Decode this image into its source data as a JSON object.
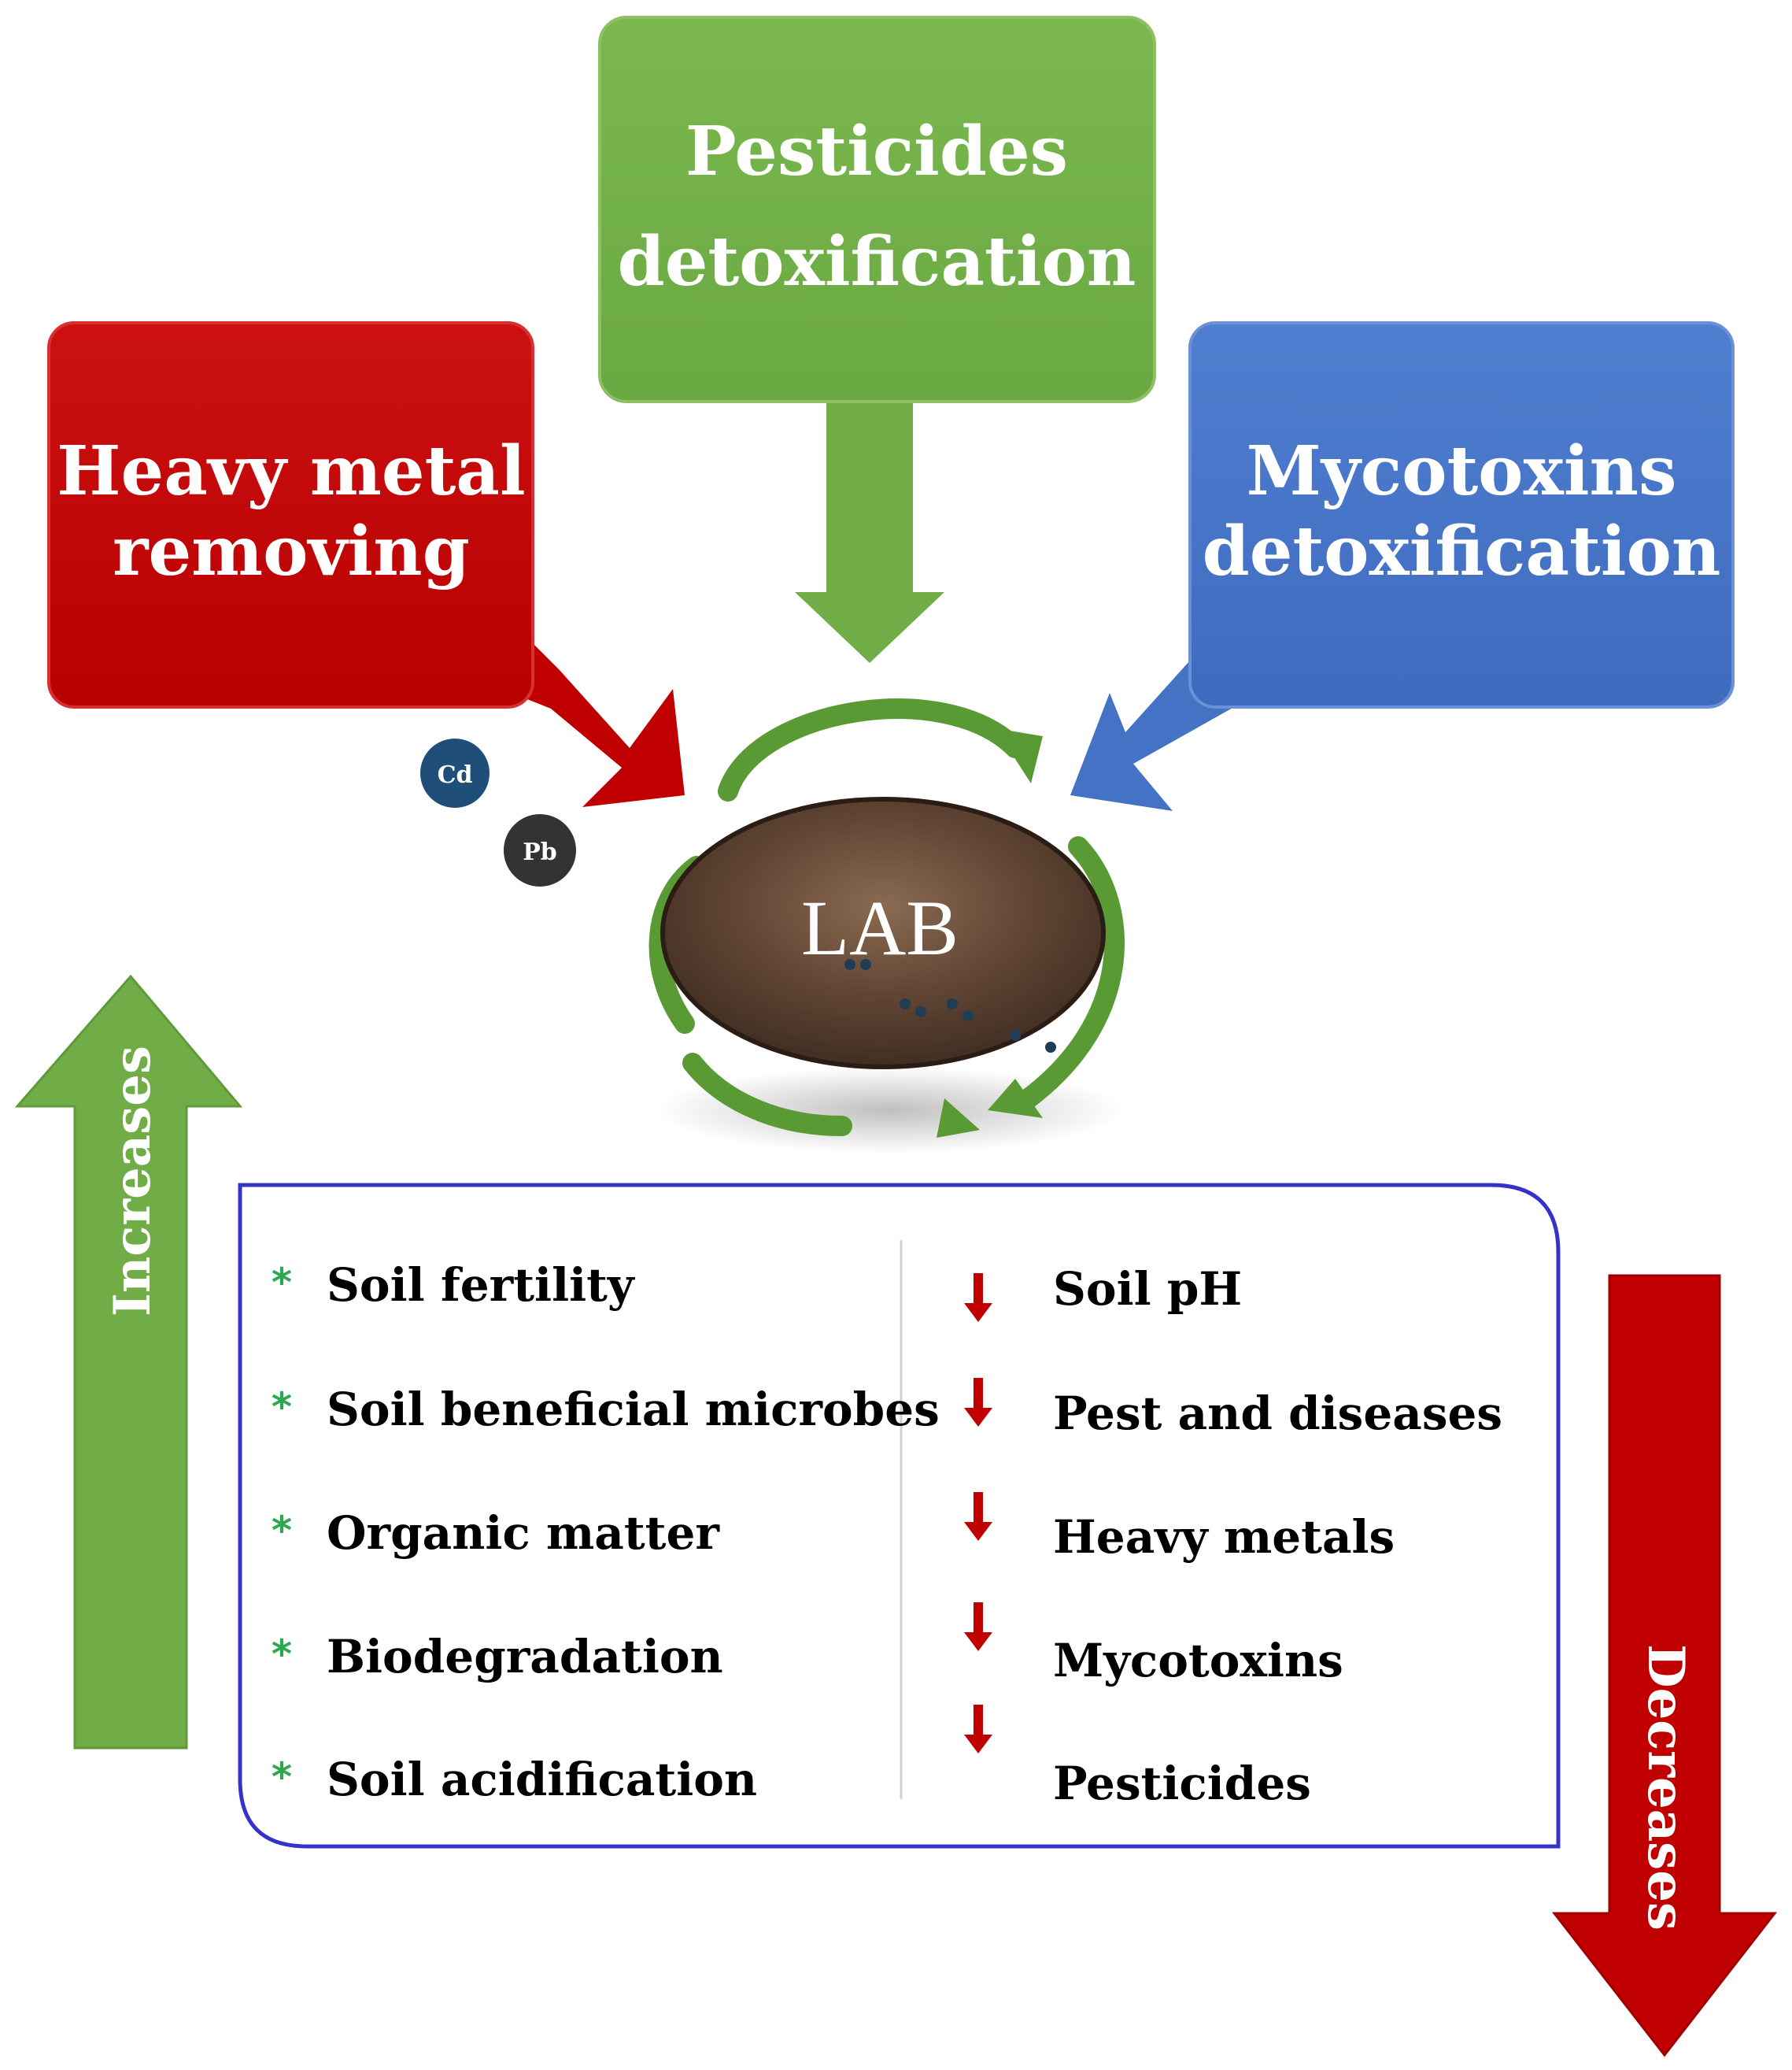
{
  "colors": {
    "red": "#c00000",
    "green": "#70ad47",
    "blue": "#4472c4",
    "panel_border": "#3333cc",
    "asterisk": "#2ea84f",
    "soil_dark": "#4a3428",
    "soil_light": "#7a5a45",
    "cd_fill": "#1f4e79",
    "pb_fill": "#333333"
  },
  "boxes": {
    "pesticides": {
      "line1": "Pesticides",
      "line2": "detoxification"
    },
    "heavy_metal": {
      "line1": "Heavy metal",
      "line2": "removing"
    },
    "mycotoxins": {
      "line1": "Mycotoxins",
      "line2": "detoxification"
    }
  },
  "center": {
    "label": "LAB"
  },
  "ions": {
    "cd": "Cd",
    "pb": "Pb"
  },
  "arrows": {
    "increases": "Increases",
    "decreases": "Decreases"
  },
  "increases_list": [
    "Soil fertility",
    "Soil beneficial microbes",
    "Organic matter",
    "Biodegradation",
    "Soil acidification"
  ],
  "decreases_list": [
    "Soil pH",
    "Pest and diseases",
    "Heavy metals",
    "Mycotoxins",
    "Pesticides"
  ],
  "icons": {
    "increase_marker": "asterisk-icon",
    "decrease_marker": "down-arrow-icon"
  }
}
